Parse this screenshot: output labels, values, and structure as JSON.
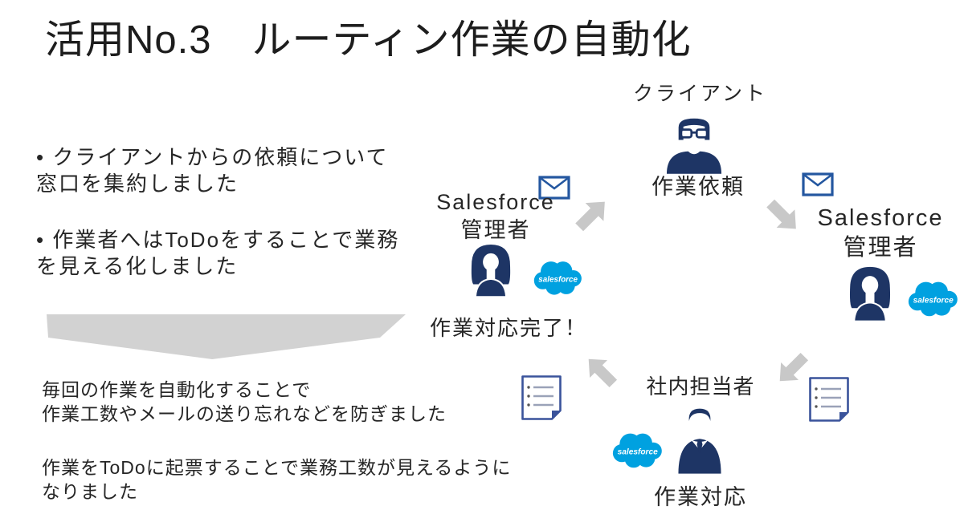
{
  "slide": {
    "title": "活用No.3　ルーティン作業の自動化",
    "bullets": [
      "• クライアントからの依頼について\n窓口を集約しました",
      "• 作業者へはToDoをすることで業務\nを見える化しました"
    ],
    "notes": [
      "毎回の作業を自動化することで\n作業工数やメールの送り忘れなどを防ぎました",
      "作業をToDoに起票することで業務工数が見えるように\nなりました"
    ]
  },
  "diagram": {
    "client": {
      "label": "クライアント",
      "action": "作業依頼"
    },
    "admin_left": {
      "name": "Salesforce",
      "role": "管理者",
      "status": "作業対応完了！"
    },
    "admin_right": {
      "name": "Salesforce",
      "role": "管理者"
    },
    "staff": {
      "label": "社内担当者",
      "action": "作業対応"
    },
    "salesforce_logo_text": "salesforce"
  },
  "icons": {
    "client": "person-with-glasses-icon",
    "salesforce_admin": "woman-person-icon",
    "internal_staff": "man-in-suit-icon",
    "mail": "envelope-icon",
    "task_document": "task-list-document-icon",
    "crm": "salesforce-cloud-logo",
    "flow": "block-arrow-icon",
    "emphasis": "down-chevron-shape"
  },
  "colors": {
    "person_navy": "#1E3565",
    "salesforce_blue": "#00A1E0",
    "envelope_blue": "#2457A0",
    "document_border": "#3A539B",
    "arrow_gray": "#C8C8C8",
    "chevron_gray": "#D2D2D2",
    "text": "#262626"
  }
}
